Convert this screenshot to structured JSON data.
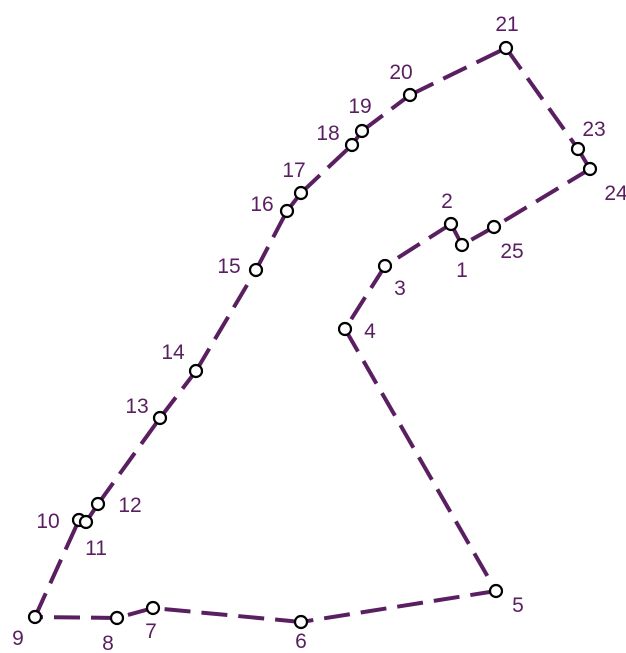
{
  "style": {
    "line_color": "#5a1f61",
    "marker_fill": "#ffffff",
    "marker_stroke": "#000000",
    "label_color": "#5a1f61",
    "closed_path": true,
    "line_dash": "dashed"
  },
  "points": [
    {
      "label": "1"
    },
    {
      "label": "2"
    },
    {
      "label": "3"
    },
    {
      "label": "4"
    },
    {
      "label": "5"
    },
    {
      "label": "6"
    },
    {
      "label": "7"
    },
    {
      "label": "8"
    },
    {
      "label": "9"
    },
    {
      "label": "10"
    },
    {
      "label": "11"
    },
    {
      "label": "12"
    },
    {
      "label": "13"
    },
    {
      "label": "14"
    },
    {
      "label": "15"
    },
    {
      "label": "16"
    },
    {
      "label": "17"
    },
    {
      "label": "18"
    },
    {
      "label": "19"
    },
    {
      "label": "20"
    },
    {
      "label": "21"
    },
    {
      "label": "23"
    },
    {
      "label": "24"
    },
    {
      "label": "25"
    }
  ]
}
